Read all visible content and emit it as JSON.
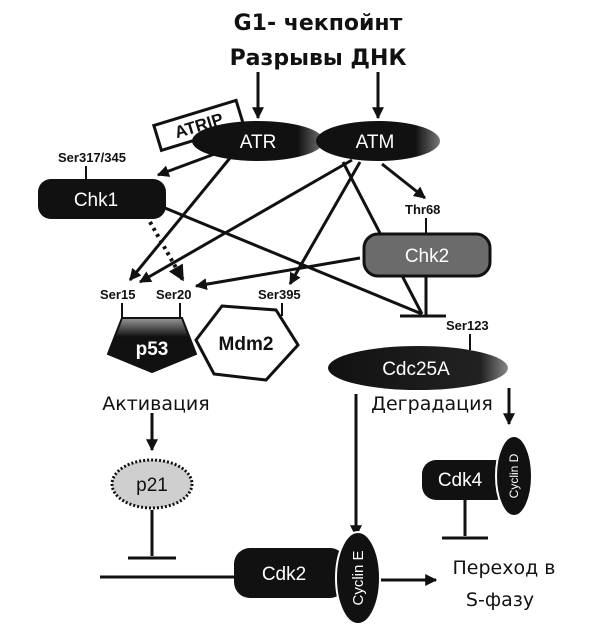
{
  "title": {
    "line1": "G1- чекпойнт",
    "line2": "Разрывы ДНК"
  },
  "nodes": {
    "atrip": "ATRIP",
    "atr": "ATR",
    "atm": "ATM",
    "chk1": "Chk1",
    "chk2": "Chk2",
    "p53": "p53",
    "mdm2": "Mdm2",
    "cdc25a": "Cdc25A",
    "p21": "p21",
    "cdk4": "Cdk4",
    "cyclin_d": "Cyclin D",
    "cdk2": "Cdk2",
    "cyclin_e": "Cyclin E"
  },
  "sites": {
    "ser317_345": "Ser317/345",
    "thr68": "Thr68",
    "ser15": "Ser15",
    "ser20": "Ser20",
    "ser395": "Ser395",
    "ser123": "Ser123"
  },
  "captions": {
    "activation": "Активация",
    "degradation": "Деградация",
    "transition_line1": "Переход в",
    "transition_line2": "S-фазу"
  },
  "colors": {
    "ink": "#111111",
    "chk2_fill": "#6b6b6b",
    "p21_fill": "#cfcfcf"
  }
}
